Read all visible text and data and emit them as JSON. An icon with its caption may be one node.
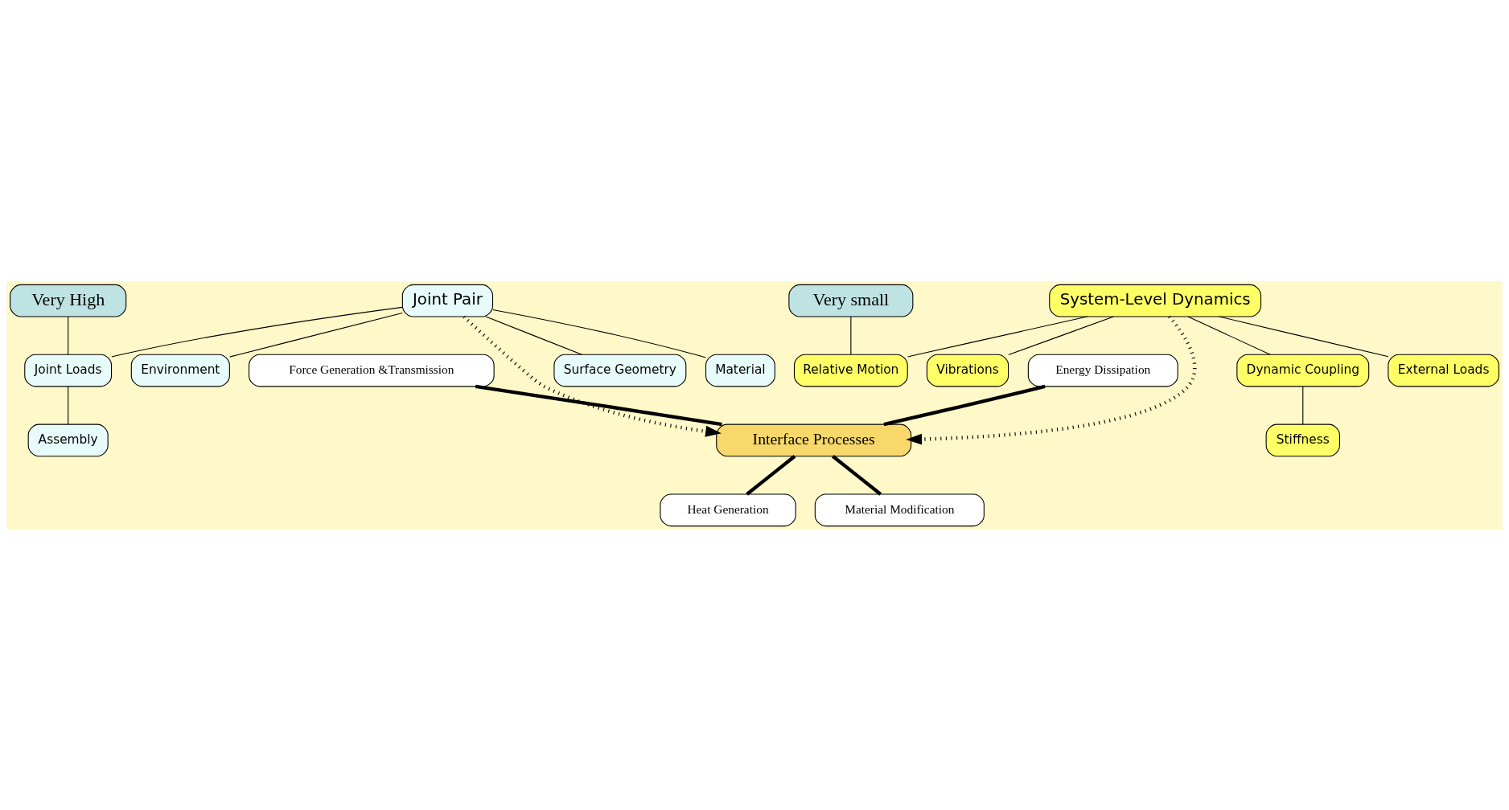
{
  "diagram": {
    "nodes": [
      {
        "text": [
          "Very High"
        ]
      },
      {
        "text": [
          "Joint Loads"
        ]
      },
      {
        "text": [
          "Assembly"
        ]
      },
      {
        "text": [
          "Surface Geometry"
        ]
      },
      {
        "text": [
          "Joint Pair"
        ]
      },
      {
        "text": [
          "Material"
        ]
      },
      {
        "text": [
          "Environment"
        ]
      },
      {
        "text": [
          "Dynamic Coupling"
        ]
      },
      {
        "text": [
          "Stiffness"
        ]
      },
      {
        "text": [
          "System-Level Dynamics"
        ]
      },
      {
        "text": [
          "Very small"
        ]
      },
      {
        "text": [
          "Relative Motion"
        ]
      },
      {
        "text": [
          "External Loads"
        ]
      },
      {
        "text": [
          "Vibrations"
        ]
      },
      {
        "text": [
          "Force Generation &Transmission"
        ]
      },
      {
        "text": [
          "Energy Dissipation"
        ]
      },
      {
        "text": [
          "Interface Processes"
        ]
      },
      {
        "text": [
          "Heat Generation"
        ]
      },
      {
        "text": [
          "Material Modification"
        ]
      }
    ],
    "edges": [
      {
        "from": 0,
        "to": 1,
        "arrow": "none"
      },
      {
        "from": 4,
        "to": 1,
        "arrow": "none"
      },
      {
        "from": 1,
        "to": 2,
        "arrow": "none"
      },
      {
        "from": 4,
        "to": 3,
        "arrow": "none"
      },
      {
        "from": 4,
        "to": 5,
        "arrow": "none"
      },
      {
        "from": 4,
        "to": 6,
        "arrow": "none"
      },
      {
        "from": 9,
        "to": 7,
        "arrow": "none"
      },
      {
        "from": 7,
        "to": 8,
        "arrow": "none"
      },
      {
        "from": 9,
        "to": 11,
        "arrow": "none"
      },
      {
        "from": 9,
        "to": 12,
        "arrow": "none"
      },
      {
        "from": 9,
        "to": 13,
        "arrow": "none"
      },
      {
        "from": 10,
        "to": 11,
        "arrow": "none"
      },
      {
        "from": 4,
        "to": 16,
        "arrow": "to",
        "style": "dashed"
      },
      {
        "from": 9,
        "to": 16,
        "arrow": "to",
        "style": "dashed"
      },
      {
        "from": 16,
        "to": 14,
        "arrow": "none",
        "style": "thick"
      },
      {
        "from": 16,
        "to": 15,
        "arrow": "none",
        "style": "thick"
      },
      {
        "from": 16,
        "to": 17,
        "arrow": "none",
        "style": "thick"
      },
      {
        "from": 16,
        "to": 18,
        "arrow": "none",
        "style": "thick"
      }
    ]
  }
}
